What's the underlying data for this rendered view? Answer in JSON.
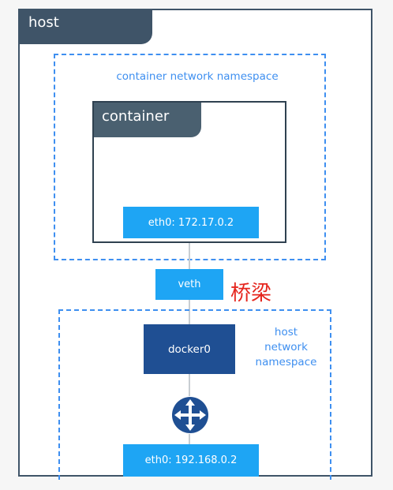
{
  "host": {
    "label": "host"
  },
  "container_ns": {
    "label": "container network namespace"
  },
  "container": {
    "label": "container",
    "eth0": "eth0: 172.17.0.2"
  },
  "veth": {
    "label": "veth"
  },
  "bridge_label": "桥梁",
  "host_ns": {
    "line1": "host",
    "line2": "network",
    "line3": "namespace"
  },
  "docker0": {
    "label": "docker0"
  },
  "host_eth0": {
    "label": "eth0: 192.168.0.2"
  },
  "icons": {
    "router": "router-icon"
  },
  "colors": {
    "host_border": "#3f5468",
    "dashed": "#3e8ff0",
    "interface": "#1ea5f4",
    "docker0": "#1f4f93",
    "bridge_text": "#e5251d"
  }
}
